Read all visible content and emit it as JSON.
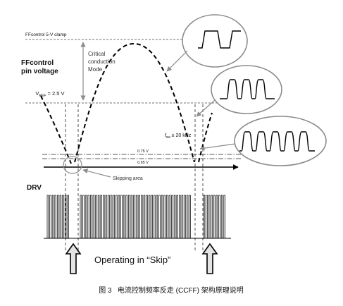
{
  "figure": {
    "clamp_label": "FFcontrol 5-V clamp",
    "y_axis_label": [
      "FFcontrol",
      "pin voltage"
    ],
    "critical_mode_label": [
      "Critical",
      "conduction",
      "Mode"
    ],
    "vref_label": {
      "symbol": "V",
      "subscript": "REF",
      "value": " = 2.5 V"
    },
    "fsw_label": {
      "symbol": "f",
      "subscript": "sw",
      "value": " ≥ 20 kHz"
    },
    "thresholds": [
      "0.75 V",
      "0.65 V"
    ],
    "skipping_label": "Skipping area",
    "drv_label": "DRV",
    "operating_label": "Operating in “Skip”"
  },
  "caption": "图 3   电流控制频率反走 (CCFF) 架构原理说明",
  "colors": {
    "line": "#000000",
    "annotation": "#8c8c8c"
  }
}
